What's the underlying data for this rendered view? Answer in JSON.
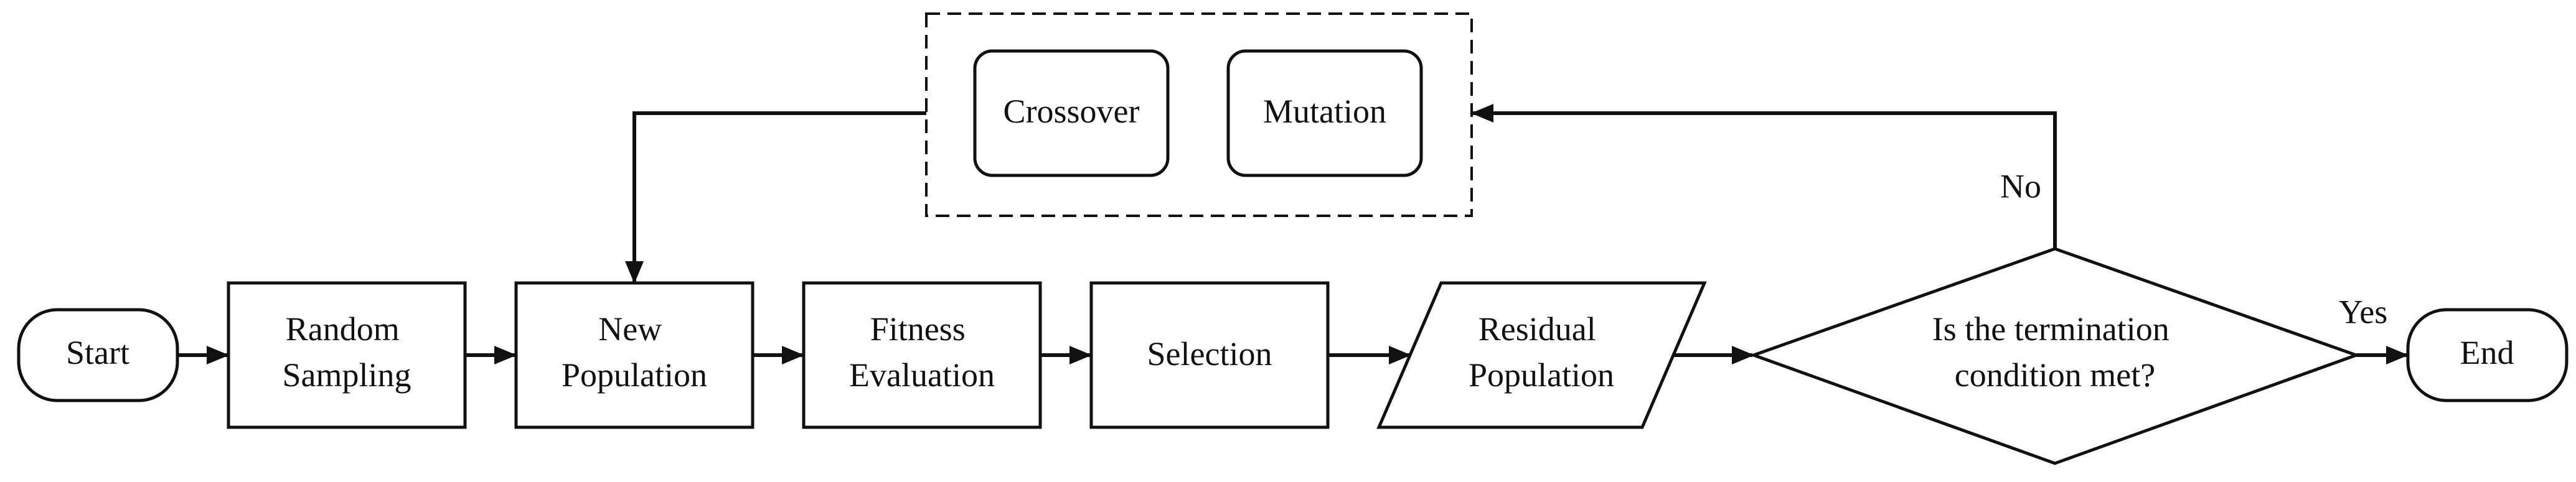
{
  "diagram": {
    "nodes": {
      "start": {
        "lines": [
          "Start"
        ]
      },
      "random_sampling": {
        "lines": [
          "Random",
          "Sampling"
        ]
      },
      "new_population": {
        "lines": [
          "New",
          "Population"
        ]
      },
      "fitness_evaluation": {
        "lines": [
          "Fitness",
          "Evaluation"
        ]
      },
      "selection": {
        "lines": [
          "Selection"
        ]
      },
      "residual_population": {
        "lines": [
          "Residual",
          "Population"
        ]
      },
      "termination_check": {
        "lines": [
          "Is the termination",
          "condition met?"
        ]
      },
      "end": {
        "lines": [
          "End"
        ]
      },
      "crossover": {
        "lines": [
          "Crossover"
        ]
      },
      "mutation": {
        "lines": [
          "Mutation"
        ]
      }
    },
    "edge_labels": {
      "no": "No",
      "yes": "Yes"
    }
  }
}
